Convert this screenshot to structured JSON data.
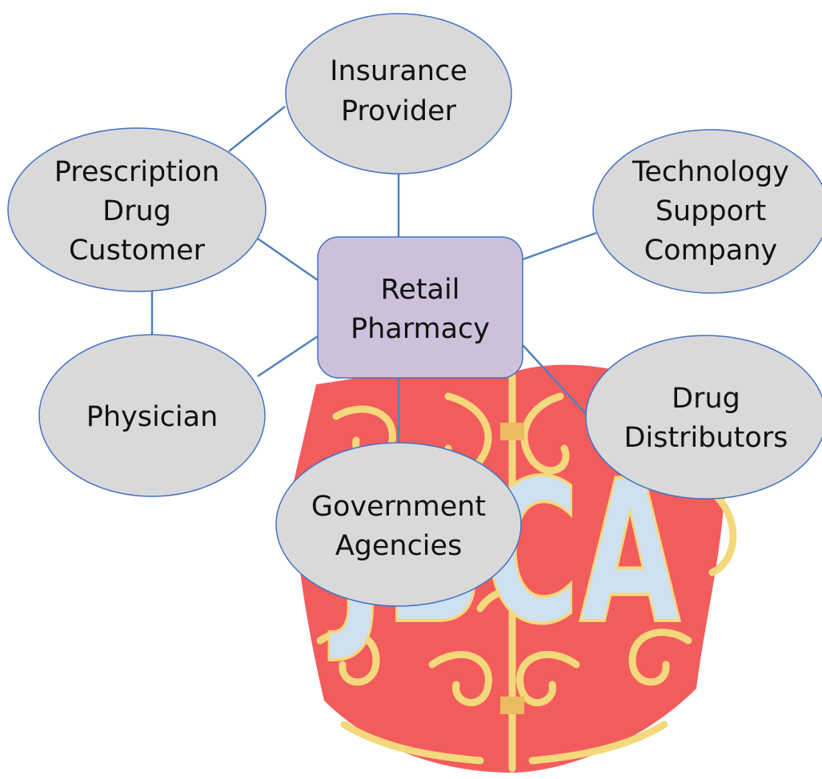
{
  "colors": {
    "background": "#ffffff",
    "node_fill": "#d9d9d9",
    "node_stroke": "#4472c4",
    "center_fill": "#ccc0da",
    "center_stroke": "#4472c4",
    "connector": "#4f81bd",
    "text": "#111111",
    "watermark_red": "#f24646",
    "watermark_gold": "#f3d36b",
    "watermark_text": "#c9dcf0"
  },
  "watermark": {
    "text": "JBCA"
  },
  "center": {
    "lines": [
      "Retail",
      "Pharmacy"
    ]
  },
  "nodes": {
    "insurance": {
      "lines": [
        "Insurance",
        "Provider"
      ]
    },
    "prescription": {
      "lines": [
        "Prescription",
        "Drug",
        "Customer"
      ]
    },
    "technology": {
      "lines": [
        "Technology",
        "Support",
        "Company"
      ]
    },
    "physician": {
      "lines": [
        "Physician"
      ]
    },
    "distributors": {
      "lines": [
        "Drug",
        "Distributors"
      ]
    },
    "government": {
      "lines": [
        "Government",
        "Agencies"
      ]
    }
  }
}
